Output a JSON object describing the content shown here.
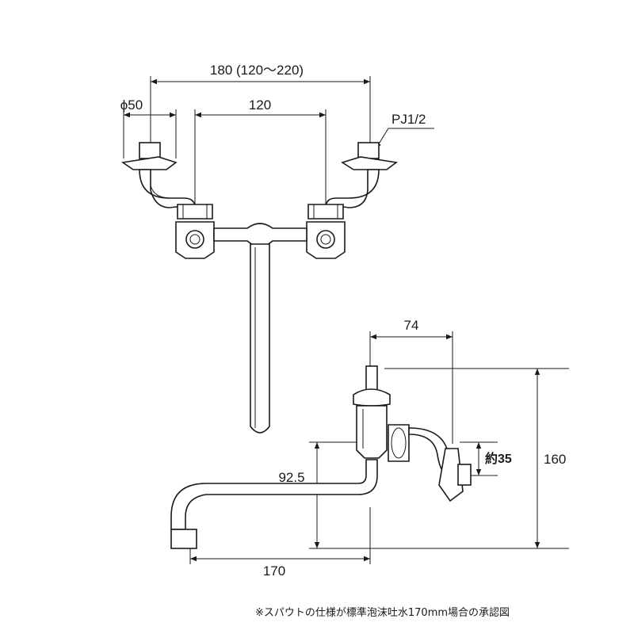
{
  "dimensions": {
    "overall_width": "180 (120～220)",
    "flange_diameter": "ϕ50",
    "center_distance": "120",
    "thread": "PJ1/2",
    "side_depth": "74",
    "side_pitch": "約35",
    "side_height": "160",
    "spout_height": "92.5",
    "spout_length": "170"
  },
  "note": "※スパウトの仕様が標準泡沫吐水170mm場合の承認図"
}
